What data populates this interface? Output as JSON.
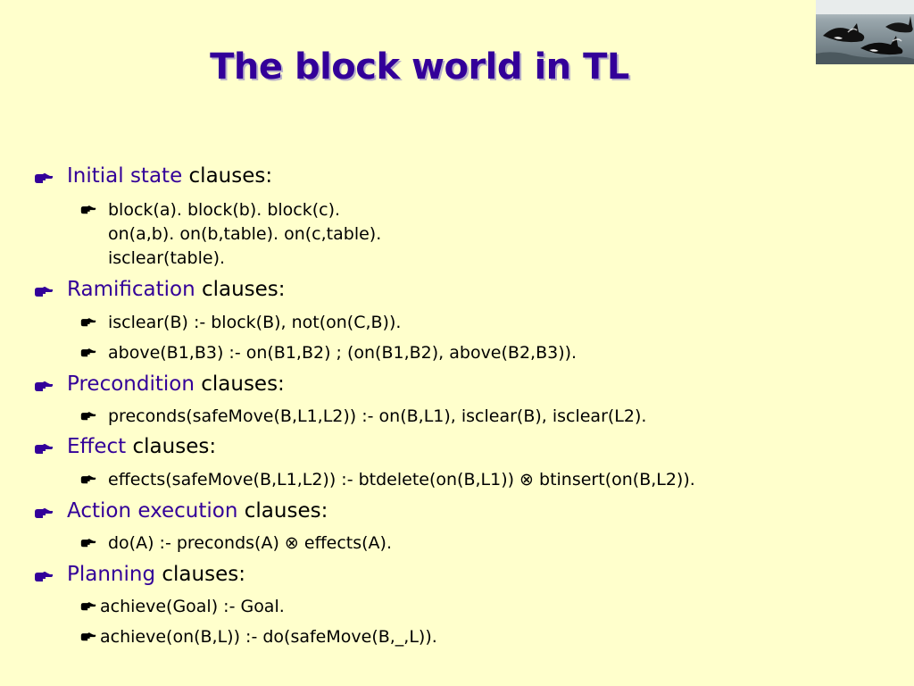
{
  "slide": {
    "title": "The block world in TL",
    "photo_icon": "orca-whales-photo",
    "bullet_icon": "pointing-hand-icon",
    "colors": {
      "background": "#ffffcc",
      "title": "#330099",
      "keyword": "#330099",
      "text": "#000000"
    },
    "sections": [
      {
        "keyword": "Initial state",
        "rest": " clauses:",
        "items": [
          {
            "lines": [
              "block(a). block(b). block(c).",
              "on(a,b). on(b,table). on(c,table).",
              "isclear(table)."
            ]
          }
        ]
      },
      {
        "keyword": "Ramification",
        "rest": " clauses:",
        "items": [
          {
            "lines": [
              "isclear(B) :- block(B), not(on(C,B))."
            ]
          },
          {
            "lines": [
              "above(B1,B3) :- on(B1,B2) ; (on(B1,B2), above(B2,B3))."
            ]
          }
        ]
      },
      {
        "keyword": "Precondition",
        "rest": " clauses:",
        "items": [
          {
            "lines": [
              "preconds(safeMove(B,L1,L2)) :- on(B,L1), isclear(B), isclear(L2)."
            ]
          }
        ]
      },
      {
        "keyword": "Effect",
        "rest": " clauses:",
        "items": [
          {
            "lines": [
              "effects(safeMove(B,L1,L2)) :- btdelete(on(B,L1)) ⊗ btinsert(on(B,L2))."
            ]
          }
        ]
      },
      {
        "keyword": "Action execution",
        "rest": " clauses:",
        "items": [
          {
            "lines": [
              "do(A) :- preconds(A) ⊗ effects(A)."
            ]
          }
        ]
      },
      {
        "keyword": "Planning",
        "rest": " clauses:",
        "items": [
          {
            "lines": [
              "achieve(Goal) :- Goal."
            ]
          },
          {
            "lines": [
              "achieve(on(B,L)) :- do(safeMove(B,_,L))."
            ]
          }
        ]
      }
    ]
  }
}
